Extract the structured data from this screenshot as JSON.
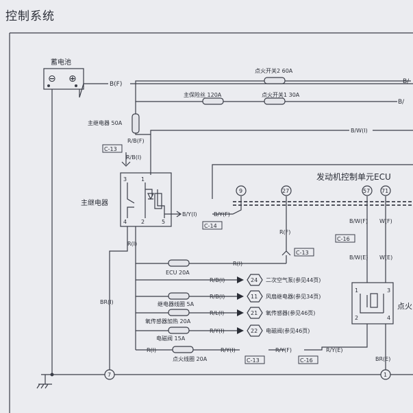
{
  "title": "控制系统",
  "battery": {
    "label": "蓄电池",
    "minus": "⊖",
    "plus": "⊕"
  },
  "wires": {
    "bf": "B(F)",
    "rbf": "R/B(F)",
    "rbi": "R/B(I)",
    "bwi": "B/W(I)",
    "byi": "B/Y(I)",
    "byf": "B/Y(F)",
    "ri": "R(I)",
    "rf": "R(F)",
    "bri": "BR(I)",
    "bre": "BR(E)",
    "bwf": "B/W(F)",
    "wf": "W(F)",
    "bwe": "B/W(E)",
    "we": "W(E)",
    "b_right1": "B/",
    "b_right2": "B/",
    "ri_ecu": "R(I)",
    "ri_ign": "R(I)",
    "ryi": "R/Y(I)",
    "ryf": "R/Y(F)",
    "rye": "R/Y(E)"
  },
  "fuses": {
    "ign2": "点火开关2  60A",
    "ign1": "点火开关1  30A",
    "main": "主保险丝  120A",
    "mainrelay": "主继电器 50A",
    "ecu": "ECU 20A",
    "relaycoil": "继电器线圈 5A",
    "o2heat": "氧传感器加热 20A",
    "solenoid": "电磁阀 15A",
    "igncoil": "点火线圈 20A"
  },
  "connectors": {
    "c13a": "C-13",
    "c14": "C-14",
    "c13b": "C-13",
    "c16a": "C-16",
    "c13c": "C-13",
    "c16b": "C-16"
  },
  "relay": {
    "label": "主继电器",
    "pin3": "3",
    "pin1": "1",
    "pin4": "4",
    "pin2": "2",
    "pin5": "5"
  },
  "ecu": {
    "label": "发动机控制单元ECU",
    "pin9": "9",
    "pin27": "27",
    "pin57": "57",
    "pin71": "71"
  },
  "refs": [
    {
      "num": "24",
      "text": "二次空气泵(参见44页)",
      "wire": "R/B(I)"
    },
    {
      "num": "11",
      "text": "风扇继电器(参见34页)",
      "wire": "R/B(I)"
    },
    {
      "num": "21",
      "text": "氧传感器(参见46页)",
      "wire": "R/L(I)"
    },
    {
      "num": "22",
      "text": "电磁阀(参见46页)",
      "wire": "R/Y(I)"
    }
  ],
  "ignition": {
    "label": "点火",
    "pin1": "1",
    "pin3": "3",
    "pin2": "2",
    "pin4": "4"
  },
  "grounds": {
    "g7": "7",
    "g1": "1"
  }
}
